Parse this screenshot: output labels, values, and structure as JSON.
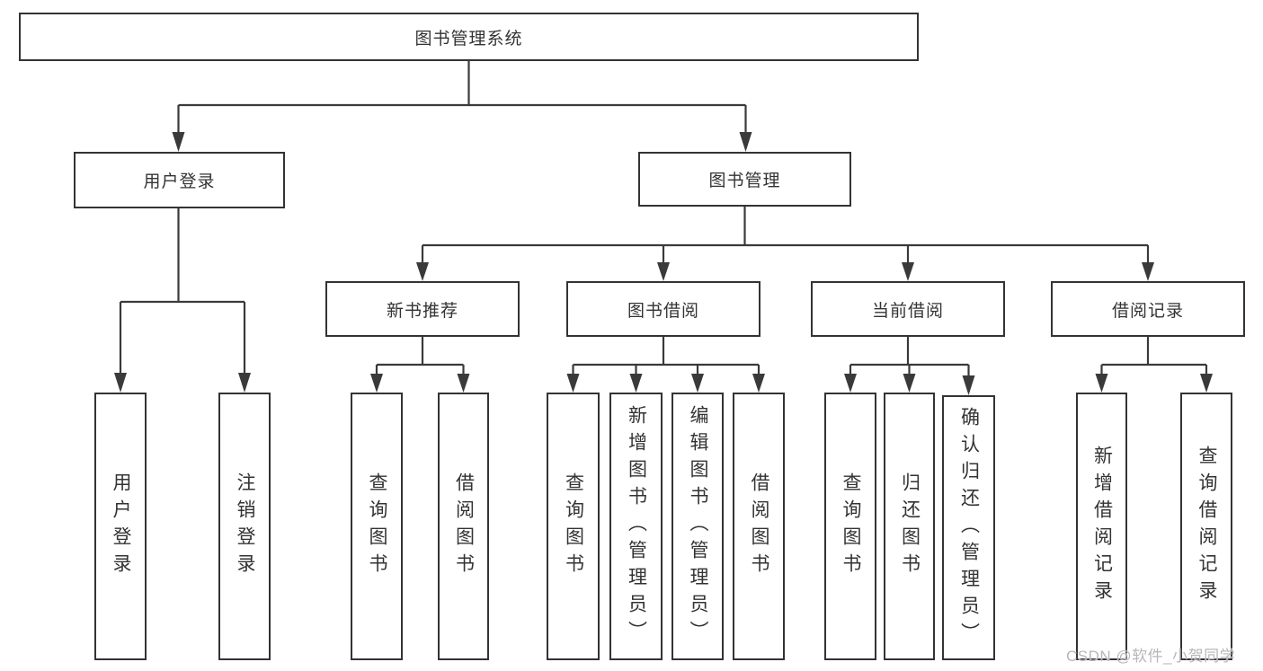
{
  "title": "图书管理系统",
  "tree": {
    "root": {
      "label": "图书管理系统"
    },
    "branches": [
      {
        "label": "用户登录",
        "children": [
          {
            "label": "用户登录"
          },
          {
            "label": "注销登录"
          }
        ]
      },
      {
        "label": "图书管理",
        "children": [
          {
            "label": "新书推荐",
            "children": [
              {
                "label": "查询图书"
              },
              {
                "label": "借阅图书"
              }
            ]
          },
          {
            "label": "图书借阅",
            "children": [
              {
                "label": "查询图书"
              },
              {
                "label": "新增图书（管理员）"
              },
              {
                "label": "编辑图书（管理员）"
              },
              {
                "label": "借阅图书"
              }
            ]
          },
          {
            "label": "当前借阅",
            "children": [
              {
                "label": "查询图书"
              },
              {
                "label": "归还图书"
              },
              {
                "label": "确认归还（管理员）"
              }
            ]
          },
          {
            "label": "借阅记录",
            "children": [
              {
                "label": "新增借阅记录"
              },
              {
                "label": "查询借阅记录"
              }
            ]
          }
        ]
      }
    ]
  },
  "watermark": "CSDN @软件_小贺同学",
  "colors": {
    "line": "#3a3a3a",
    "border": "#333333",
    "text": "#333333",
    "background": "#ffffff",
    "watermark": "#b7b7b7"
  }
}
